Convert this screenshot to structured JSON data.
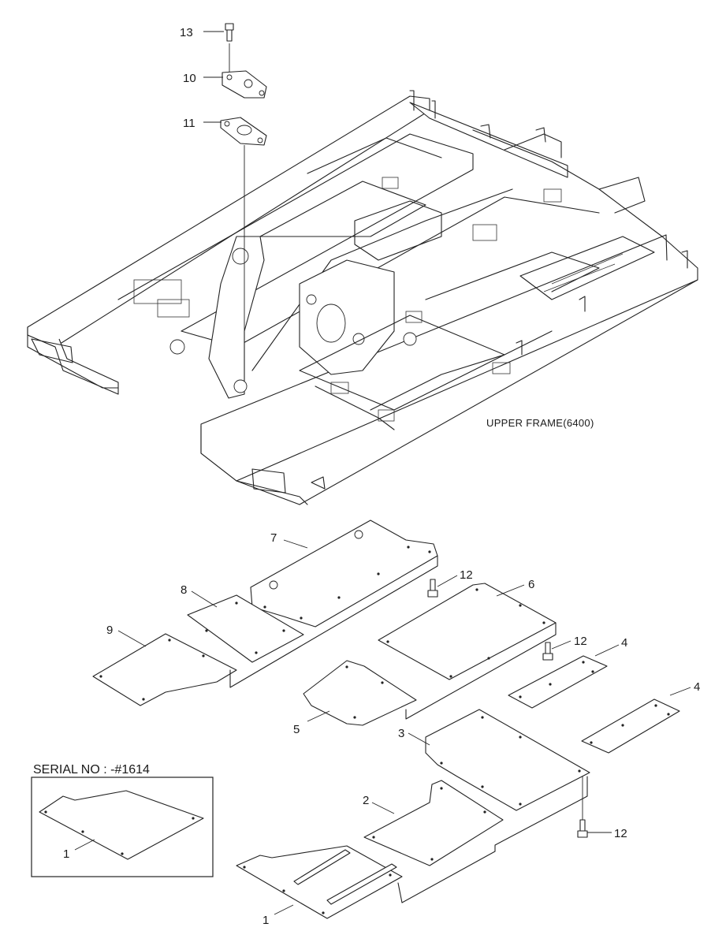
{
  "caption": "UPPER FRAME(6400)",
  "serial_note": "SERIAL NO : -#1614",
  "callouts": {
    "c13": "13",
    "c10": "10",
    "c11": "11",
    "c7": "7",
    "c8": "8",
    "c9": "9",
    "c6": "6",
    "c12a": "12",
    "c12b": "12",
    "c12c": "12",
    "c4a": "4",
    "c4b": "4",
    "c5": "5",
    "c3": "3",
    "c2": "2",
    "c1a": "1",
    "c1b": "1"
  }
}
